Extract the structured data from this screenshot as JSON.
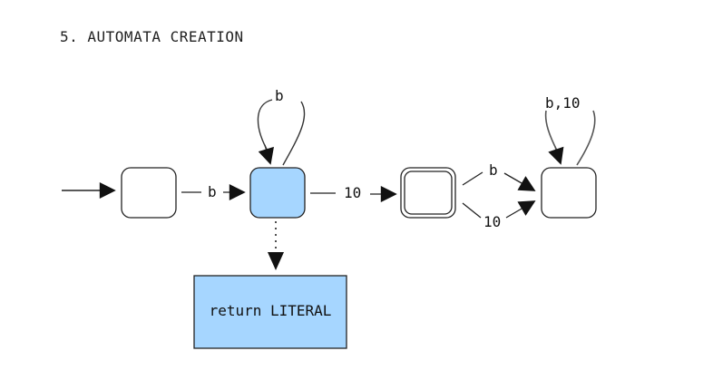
{
  "title": "5. AUTOMATA CREATION",
  "colors": {
    "highlight_fill": "#a6d6ff",
    "state_fill": "#ffffff",
    "stroke": "#222222",
    "loop_stroke": "#555555"
  },
  "states": [
    {
      "id": "s0",
      "kind": "start",
      "highlighted": false,
      "accepting": false
    },
    {
      "id": "s1",
      "kind": "normal",
      "highlighted": true,
      "accepting": false
    },
    {
      "id": "s2",
      "kind": "accepting",
      "highlighted": false,
      "accepting": true
    },
    {
      "id": "s3",
      "kind": "normal",
      "highlighted": false,
      "accepting": false
    }
  ],
  "edges": {
    "s0_s1": "b",
    "s1_loop": "b",
    "s1_s2": "10",
    "s2_s3_b": "b",
    "s2_s3_10": "10",
    "s3_loop": "b,10"
  },
  "action_box": {
    "label": "return LITERAL",
    "connector": "dotted"
  }
}
